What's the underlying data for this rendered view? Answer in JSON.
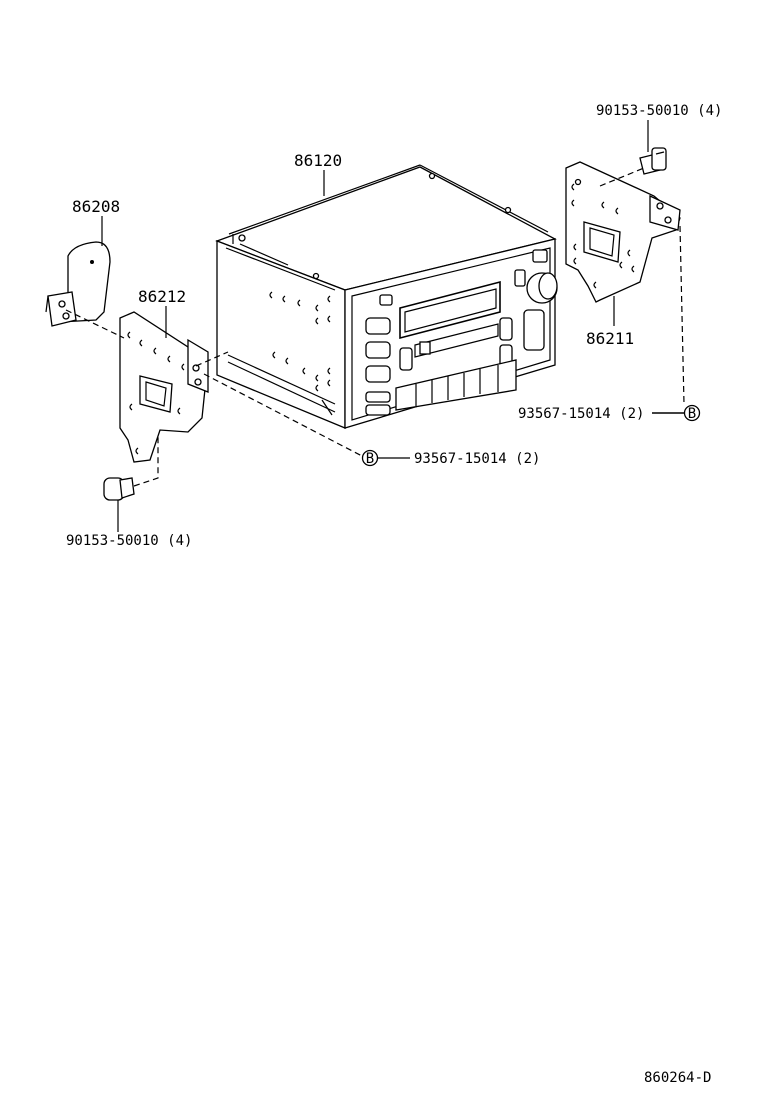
{
  "labels": {
    "part_86120": "86120",
    "part_86208": "86208",
    "part_86212": "86212",
    "part_86211": "86211",
    "bolt_right": "90153-50010 (4)",
    "bolt_left": "90153-50010 (4)",
    "screw_right": "93567-15014 (2)",
    "screw_center": "93567-15014 (2)",
    "ref_marker_right": "B",
    "ref_marker_center": "B",
    "diagram_code": "860264-D"
  }
}
